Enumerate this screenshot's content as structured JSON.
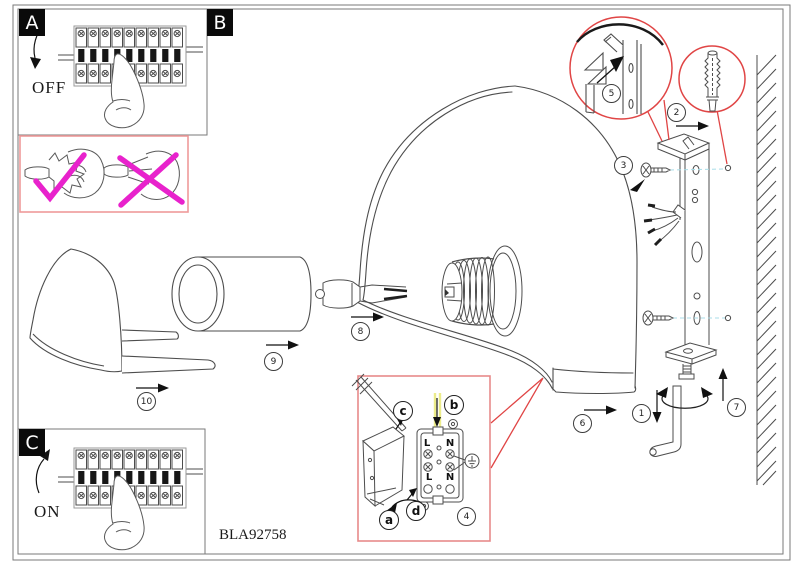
{
  "document": {
    "type": "installation-instruction-sheet",
    "product_code": "BLA92758"
  },
  "panels": {
    "a": {
      "label": "A",
      "state": "OFF",
      "description": "switch breaker off"
    },
    "b": {
      "label": "B",
      "description": "main assembly drawing"
    },
    "c": {
      "label": "C",
      "state": "ON",
      "description": "switch breaker on"
    }
  },
  "handling_note": {
    "allowed": "hold halogen bulb with cloth (check mark)",
    "forbidden": "touch halogen bulb with bare hands (cross mark)"
  },
  "terminal_block": {
    "top_left": "L",
    "top_right": "N",
    "bottom_left": "L",
    "bottom_right": "N",
    "ground_symbol": "earth"
  },
  "steps": [
    {
      "label": "1"
    },
    {
      "label": "2"
    },
    {
      "label": "3"
    },
    {
      "label": "4"
    },
    {
      "label": "5"
    },
    {
      "label": "6"
    },
    {
      "label": "7"
    },
    {
      "label": "8"
    },
    {
      "label": "9"
    },
    {
      "label": "10"
    }
  ],
  "letter_callouts": [
    {
      "label": "a"
    },
    {
      "label": "b"
    },
    {
      "label": "c"
    },
    {
      "label": "d"
    }
  ],
  "colors": {
    "line": "#4d4d4d",
    "accent_red": "#e04545",
    "box_pink": "#ef9a9a",
    "mark_magenta": "#e822cc",
    "wire_yellow": "#ecec8a",
    "guide_cyan": "#a8dde8"
  }
}
